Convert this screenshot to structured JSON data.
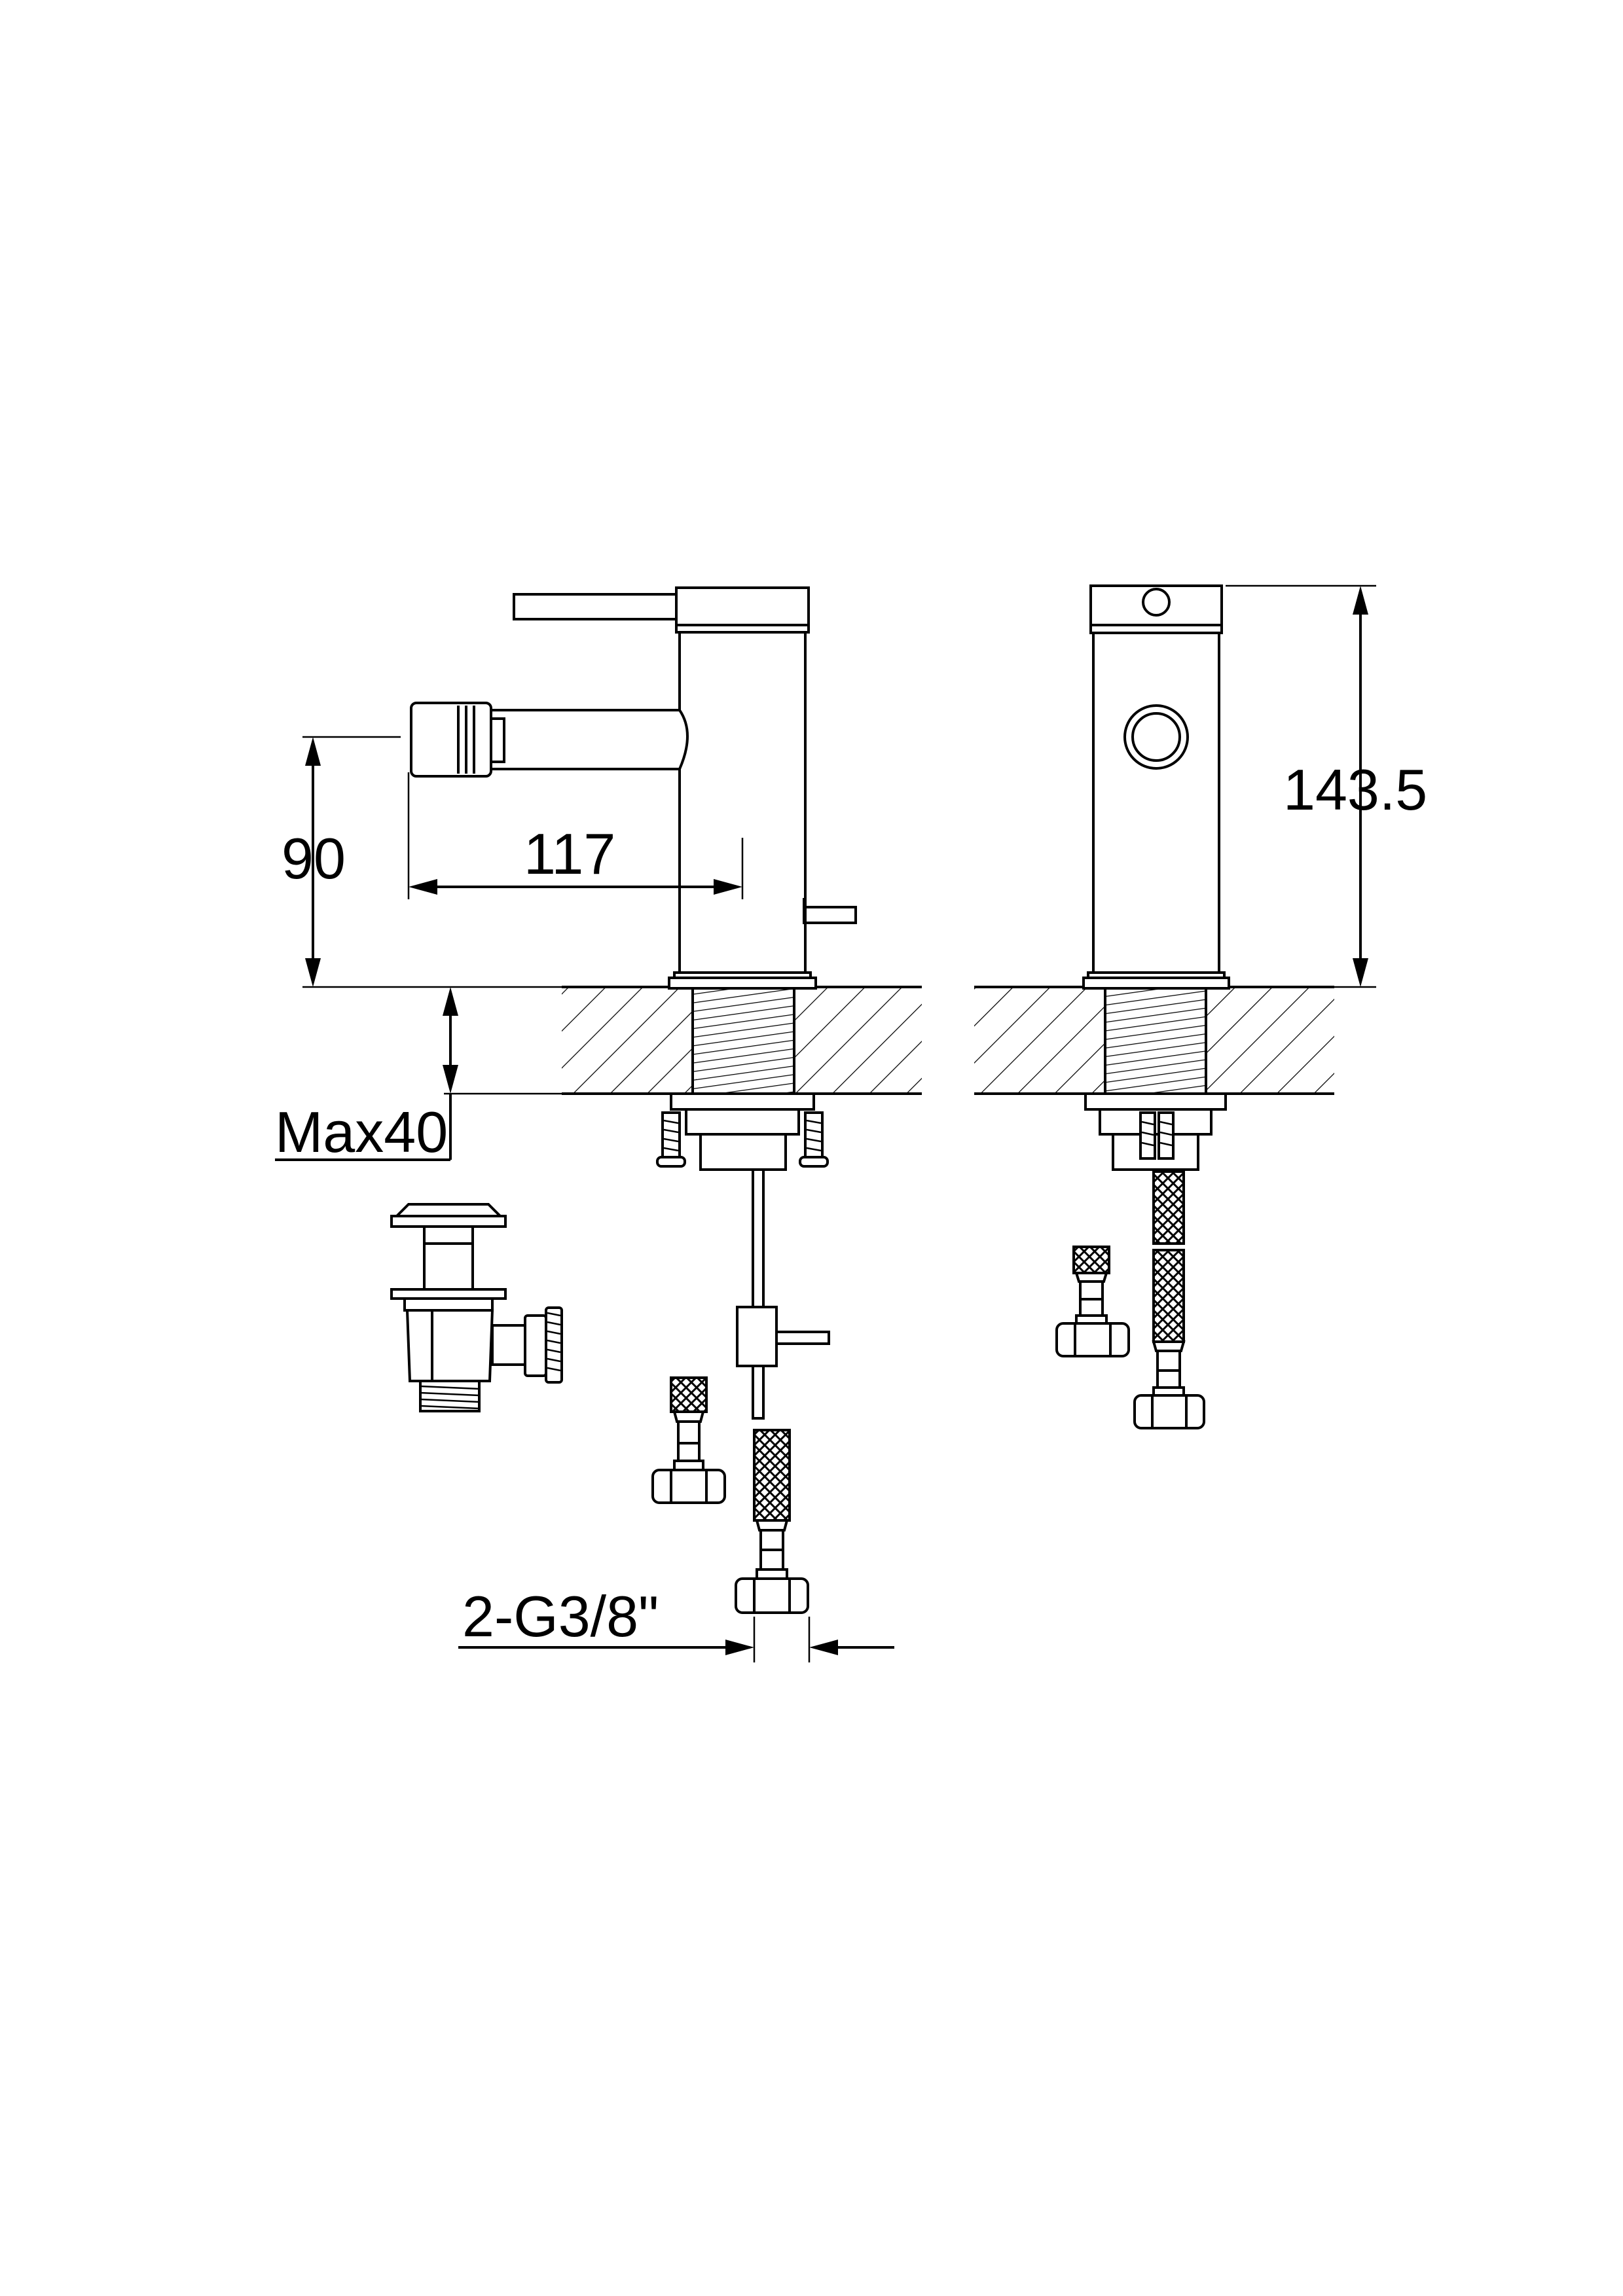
{
  "dimensions": {
    "height_spout": "90",
    "projection": "117",
    "overall_height": "143.5",
    "max_deck": "Max40",
    "connection": "2-G3/8\""
  }
}
